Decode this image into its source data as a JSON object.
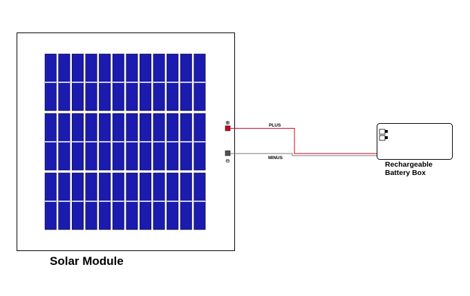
{
  "solar_module": {
    "label": "Solar Module",
    "cell_color": "#1b1bb0",
    "cell_rows": 3,
    "cell_cols": 12
  },
  "connectors": {
    "plus_symbol": "⊕",
    "minus_symbol": "⊖",
    "plus_label": "PLUS",
    "minus_label": "MINUS",
    "plus_color": "#d0021b",
    "minus_color": "#555555"
  },
  "battery": {
    "label_line1": "Rechargeable",
    "label_line2": "Battery Box"
  }
}
